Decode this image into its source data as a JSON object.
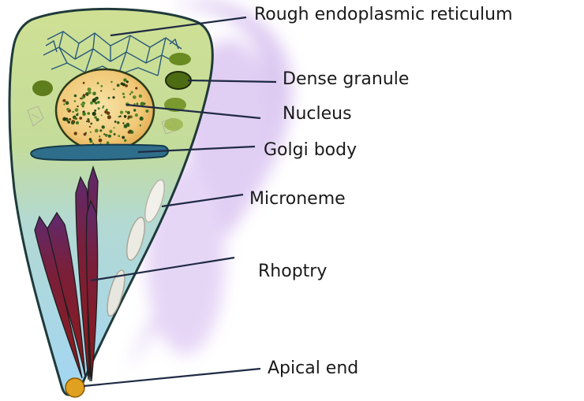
{
  "labels": {
    "rough_er": "Rough endoplasmic reticulum",
    "dense_granule": "Dense granule",
    "nucleus": "Nucleus",
    "golgi": "Golgi body",
    "microneme": "Microneme",
    "rhoptry": "Rhoptry",
    "apical_end": "Apical end"
  },
  "colors": {
    "cell_top": "#c9dc8c",
    "cell_bottom": "#a9d8f2",
    "outline": "#1f3a3a",
    "nucleus_fill": "#f0d28c",
    "golgi": "#2d6b86",
    "dense_granule": "#5a7a1a",
    "rhoptry": "#8a1c1c",
    "apical_end": "#e0a020",
    "halo": "#d9c2ee"
  }
}
